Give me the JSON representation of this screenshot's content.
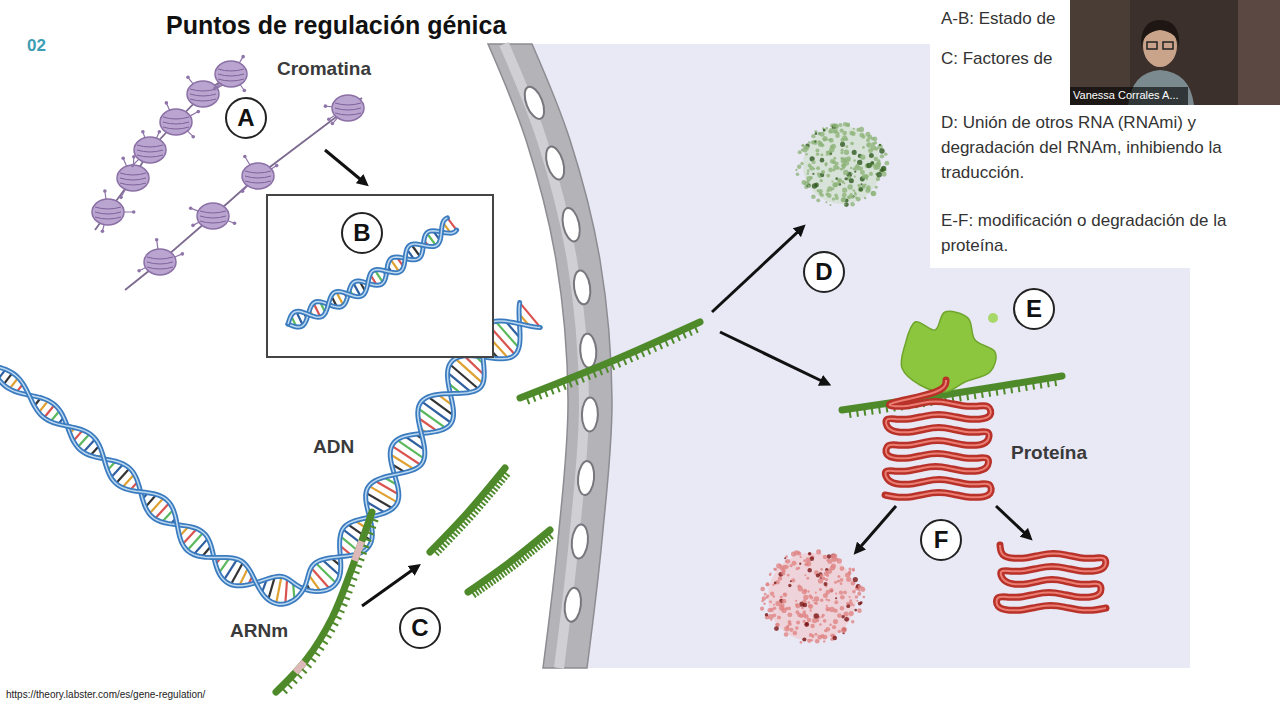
{
  "diagram": {
    "title": "Puntos de regulación génica",
    "nodes": [
      {
        "text": [
          "A"
        ]
      },
      {
        "text": [
          "B"
        ]
      },
      {
        "text": [
          "C"
        ]
      },
      {
        "text": [
          "D"
        ]
      },
      {
        "text": [
          "E"
        ]
      },
      {
        "text": [
          "F"
        ]
      },
      {
        "text": [
          "A-B: Estado de",
          "C: Factores de",
          "D: Unión de otros RNA (RNAmi) y degradación del RNAm, inhibiendo la traducción.",
          "E-F: modificación o degradación de la proteína."
        ]
      }
    ],
    "labels": [
      "02",
      "Cromatina",
      "ADN",
      "ARNm",
      "Proteína",
      "https://theory.labster.com/es/gene-regulation/",
      "Vanessa Corrales A..."
    ]
  }
}
